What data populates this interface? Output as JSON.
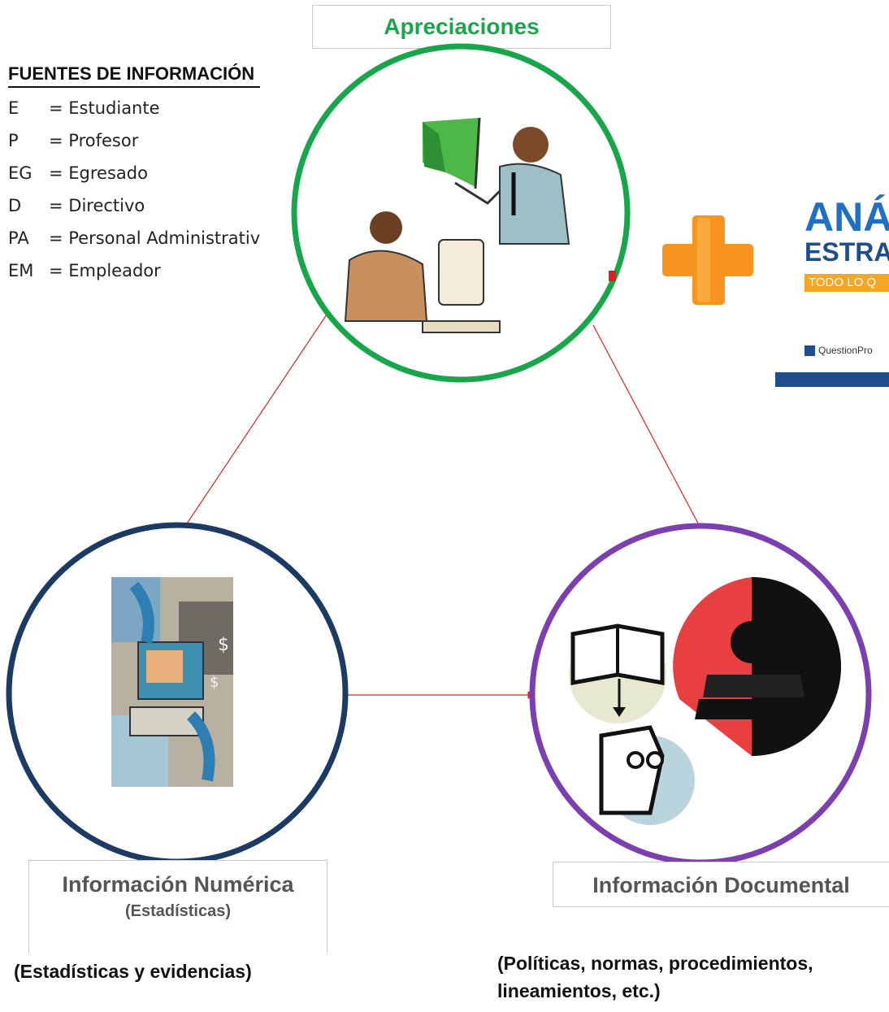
{
  "top_box": {
    "title": "Apreciaciones"
  },
  "legend": {
    "title": "FUENTES DE INFORMACIÓN",
    "items": [
      {
        "code": "E",
        "text": "= Estudiante"
      },
      {
        "code": "P",
        "text": "= Profesor"
      },
      {
        "code": "EG",
        "text": "= Egresado"
      },
      {
        "code": "D",
        "text": "= Directivo"
      },
      {
        "code": "PA",
        "text": "= Personal Administrativo"
      },
      {
        "code": "EM",
        "text": "= Empleador"
      }
    ]
  },
  "ad": {
    "line1": "ANÁ",
    "line2": "ESTRA",
    "tagline": "TODO LO Q",
    "brand": "QuestionPro"
  },
  "left_box": {
    "title": "Información Numérica",
    "subtitle": "(Estadísticas)"
  },
  "right_box": {
    "title": "Información Documental"
  },
  "left_caption": "(Estadísticas y evidencias)",
  "right_caption": {
    "line1": "(Políticas, normas, procedimientos,",
    "line2": "lineamientos, etc.)"
  },
  "colors": {
    "green_circle": "#17a64a",
    "navy_circle": "#1b3a64",
    "purple_circle": "#7b3fb0",
    "connector": "#e02020",
    "title_green": "#1aa54a"
  }
}
